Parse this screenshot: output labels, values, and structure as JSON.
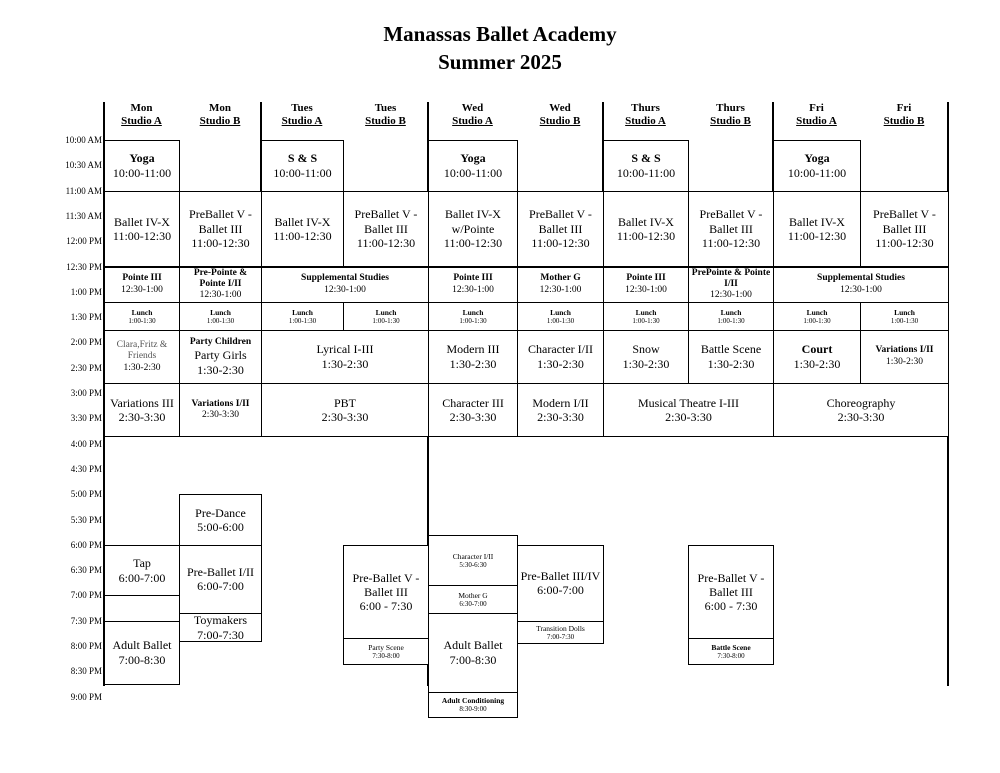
{
  "title": "Manassas Ballet Academy",
  "subtitle": "Summer 2025",
  "columns": [
    {
      "day": "Mon",
      "studio": "Studio A"
    },
    {
      "day": "Mon",
      "studio": "Studio B"
    },
    {
      "day": "Tues",
      "studio": "Studio A"
    },
    {
      "day": "Tues",
      "studio": "Studio B"
    },
    {
      "day": "Wed",
      "studio": "Studio A"
    },
    {
      "day": "Wed",
      "studio": "Studio B"
    },
    {
      "day": "Thurs",
      "studio": "Studio A"
    },
    {
      "day": "Thurs",
      "studio": "Studio B"
    },
    {
      "day": "Fri",
      "studio": "Studio A"
    },
    {
      "day": "Fri",
      "studio": "Studio B"
    }
  ],
  "times": [
    "10:00 AM",
    "10:30 AM",
    "11:00 AM",
    "11:30 AM",
    "12:00 PM",
    "12:30 PM",
    "1:00 PM",
    "1:30 PM",
    "2:00 PM",
    "2:30 PM",
    "3:00 PM",
    "3:30 PM",
    "4:00 PM",
    "4:30 PM",
    "5:00 PM",
    "5:30 PM",
    "6:00 PM",
    "6:30 PM",
    "7:00 PM",
    "7:30 PM",
    "8:00 PM",
    "8:30 PM",
    "9:00 PM"
  ],
  "classes": {
    "yoga_mon": {
      "name": "Yoga",
      "time": "10:00-11:00"
    },
    "ss_tue": {
      "name": "S & S",
      "time": "10:00-11:00"
    },
    "yoga_wed": {
      "name": "Yoga",
      "time": "10:00-11:00"
    },
    "ss_thu": {
      "name": "S & S",
      "time": "10:00-11:00"
    },
    "yoga_fri": {
      "name": "Yoga",
      "time": "10:00-11:00"
    },
    "b4x_mon": {
      "name": "Ballet IV-X",
      "time": "11:00-12:30"
    },
    "pb5_mon": {
      "name": "PreBallet V - Ballet III",
      "time": "11:00-12:30"
    },
    "b4x_tue": {
      "name": "Ballet IV-X",
      "time": "11:00-12:30"
    },
    "pb5_tue": {
      "name": "PreBallet V - Ballet III",
      "time": "11:00-12:30"
    },
    "b4x_wed": {
      "name": "Ballet IV-X w/Pointe",
      "time": "11:00-12:30"
    },
    "pb5_wed": {
      "name": "PreBallet V - Ballet III",
      "time": "11:00-12:30"
    },
    "b4x_thu": {
      "name": "Ballet IV-X",
      "time": "11:00-12:30"
    },
    "pb5_thu": {
      "name": "PreBallet V - Ballet III",
      "time": "11:00-12:30"
    },
    "b4x_fri": {
      "name": "Ballet IV-X",
      "time": "11:00-12:30"
    },
    "pb5_fri": {
      "name": "PreBallet V - Ballet III",
      "time": "11:00-12:30"
    },
    "p3_mon": {
      "name": "Pointe III",
      "time": "12:30-1:00"
    },
    "pp_mon": {
      "name": "Pre-Pointe & Pointe I/II",
      "time": "12:30-1:00"
    },
    "supp_tue": {
      "name": "Supplemental Studies",
      "time": "12:30-1:00"
    },
    "p3_wed": {
      "name": "Pointe III",
      "time": "12:30-1:00"
    },
    "mg_wed": {
      "name": "Mother G",
      "time": "12:30-1:00"
    },
    "p3_thu": {
      "name": "Pointe III",
      "time": "12:30-1:00"
    },
    "pp_thu": {
      "name": "PrePointe & Pointe I/II",
      "time": "12:30-1:00"
    },
    "supp_fri": {
      "name": "Supplemental Studies",
      "time": "12:30-1:00"
    },
    "lunch": {
      "name": "Lunch",
      "time": "1:00-1:30"
    },
    "clara_mon": {
      "name": "Clara,Fritz & Friends",
      "time": "1:30-2:30"
    },
    "party_mon": {
      "name": "Party Children",
      "name2": "Party Girls",
      "time": "1:30-2:30"
    },
    "lyr_tue": {
      "name": "Lyrical I-III",
      "time": "1:30-2:30"
    },
    "mod3_wed": {
      "name": "Modern III",
      "time": "1:30-2:30"
    },
    "char_wed": {
      "name": "Character I/II",
      "time": "1:30-2:30"
    },
    "snow_thu": {
      "name": "Snow",
      "time": "1:30-2:30"
    },
    "battle_thu": {
      "name": "Battle Scene",
      "time": "1:30-2:30"
    },
    "court_fri": {
      "name": "Court",
      "time": "1:30-2:30"
    },
    "var12_fri": {
      "name": "Variations I/II",
      "time": "1:30-2:30"
    },
    "var3_mon": {
      "name": "Variations III",
      "time": "2:30-3:30"
    },
    "var12_mon": {
      "name": "Variations I/II",
      "time": "2:30-3:30"
    },
    "pbt_tue": {
      "name": "PBT",
      "time": "2:30-3:30"
    },
    "char3_wed": {
      "name": "Character III",
      "time": "2:30-3:30"
    },
    "mod12_wed": {
      "name": "Modern I/II",
      "time": "2:30-3:30"
    },
    "mt_thu": {
      "name": "Musical Theatre I-III",
      "time": "2:30-3:30"
    },
    "chor_fri": {
      "name": "Choreography",
      "time": "2:30-3:30"
    },
    "predance_mon": {
      "name": "Pre-Dance",
      "time": "5:00-6:00"
    },
    "tap_mon": {
      "name": "Tap",
      "time": "6:00-7:00"
    },
    "pb12_mon": {
      "name": "Pre-Ballet I/II",
      "time": "6:00-7:00"
    },
    "toy_mon": {
      "name": "Toymakers",
      "time": "7:00-7:30"
    },
    "adult_mon": {
      "name": "Adult Ballet",
      "time": "7:00-8:30"
    },
    "pb5e_tue": {
      "name": "Pre-Ballet V -Ballet III",
      "time": "6:00 - 7:30"
    },
    "party_tue": {
      "name": "Party Scene",
      "time": "7:30-8:00"
    },
    "char12e_wed": {
      "name": "Character I/II",
      "time": "5:30-6:30"
    },
    "mg_e_wed": {
      "name": "Mother G",
      "time": "6:30-7:00"
    },
    "adult_wed": {
      "name": "Adult Ballet",
      "time": "7:00-8:30"
    },
    "cond_wed": {
      "name": "Adult Conditioning",
      "time": "8:30-9:00"
    },
    "pb34_wed": {
      "name": "Pre-Ballet III/IV",
      "time": "6:00-7:00"
    },
    "trans_wed": {
      "name": "Transition Dolls",
      "time": "7:00-7:30"
    },
    "pb5e_thu": {
      "name": "Pre-Ballet V -Ballet III",
      "time": "6:00 - 7:30"
    },
    "battle_e_thu": {
      "name": "Battle Scene",
      "time": "7:30-8:00"
    }
  }
}
